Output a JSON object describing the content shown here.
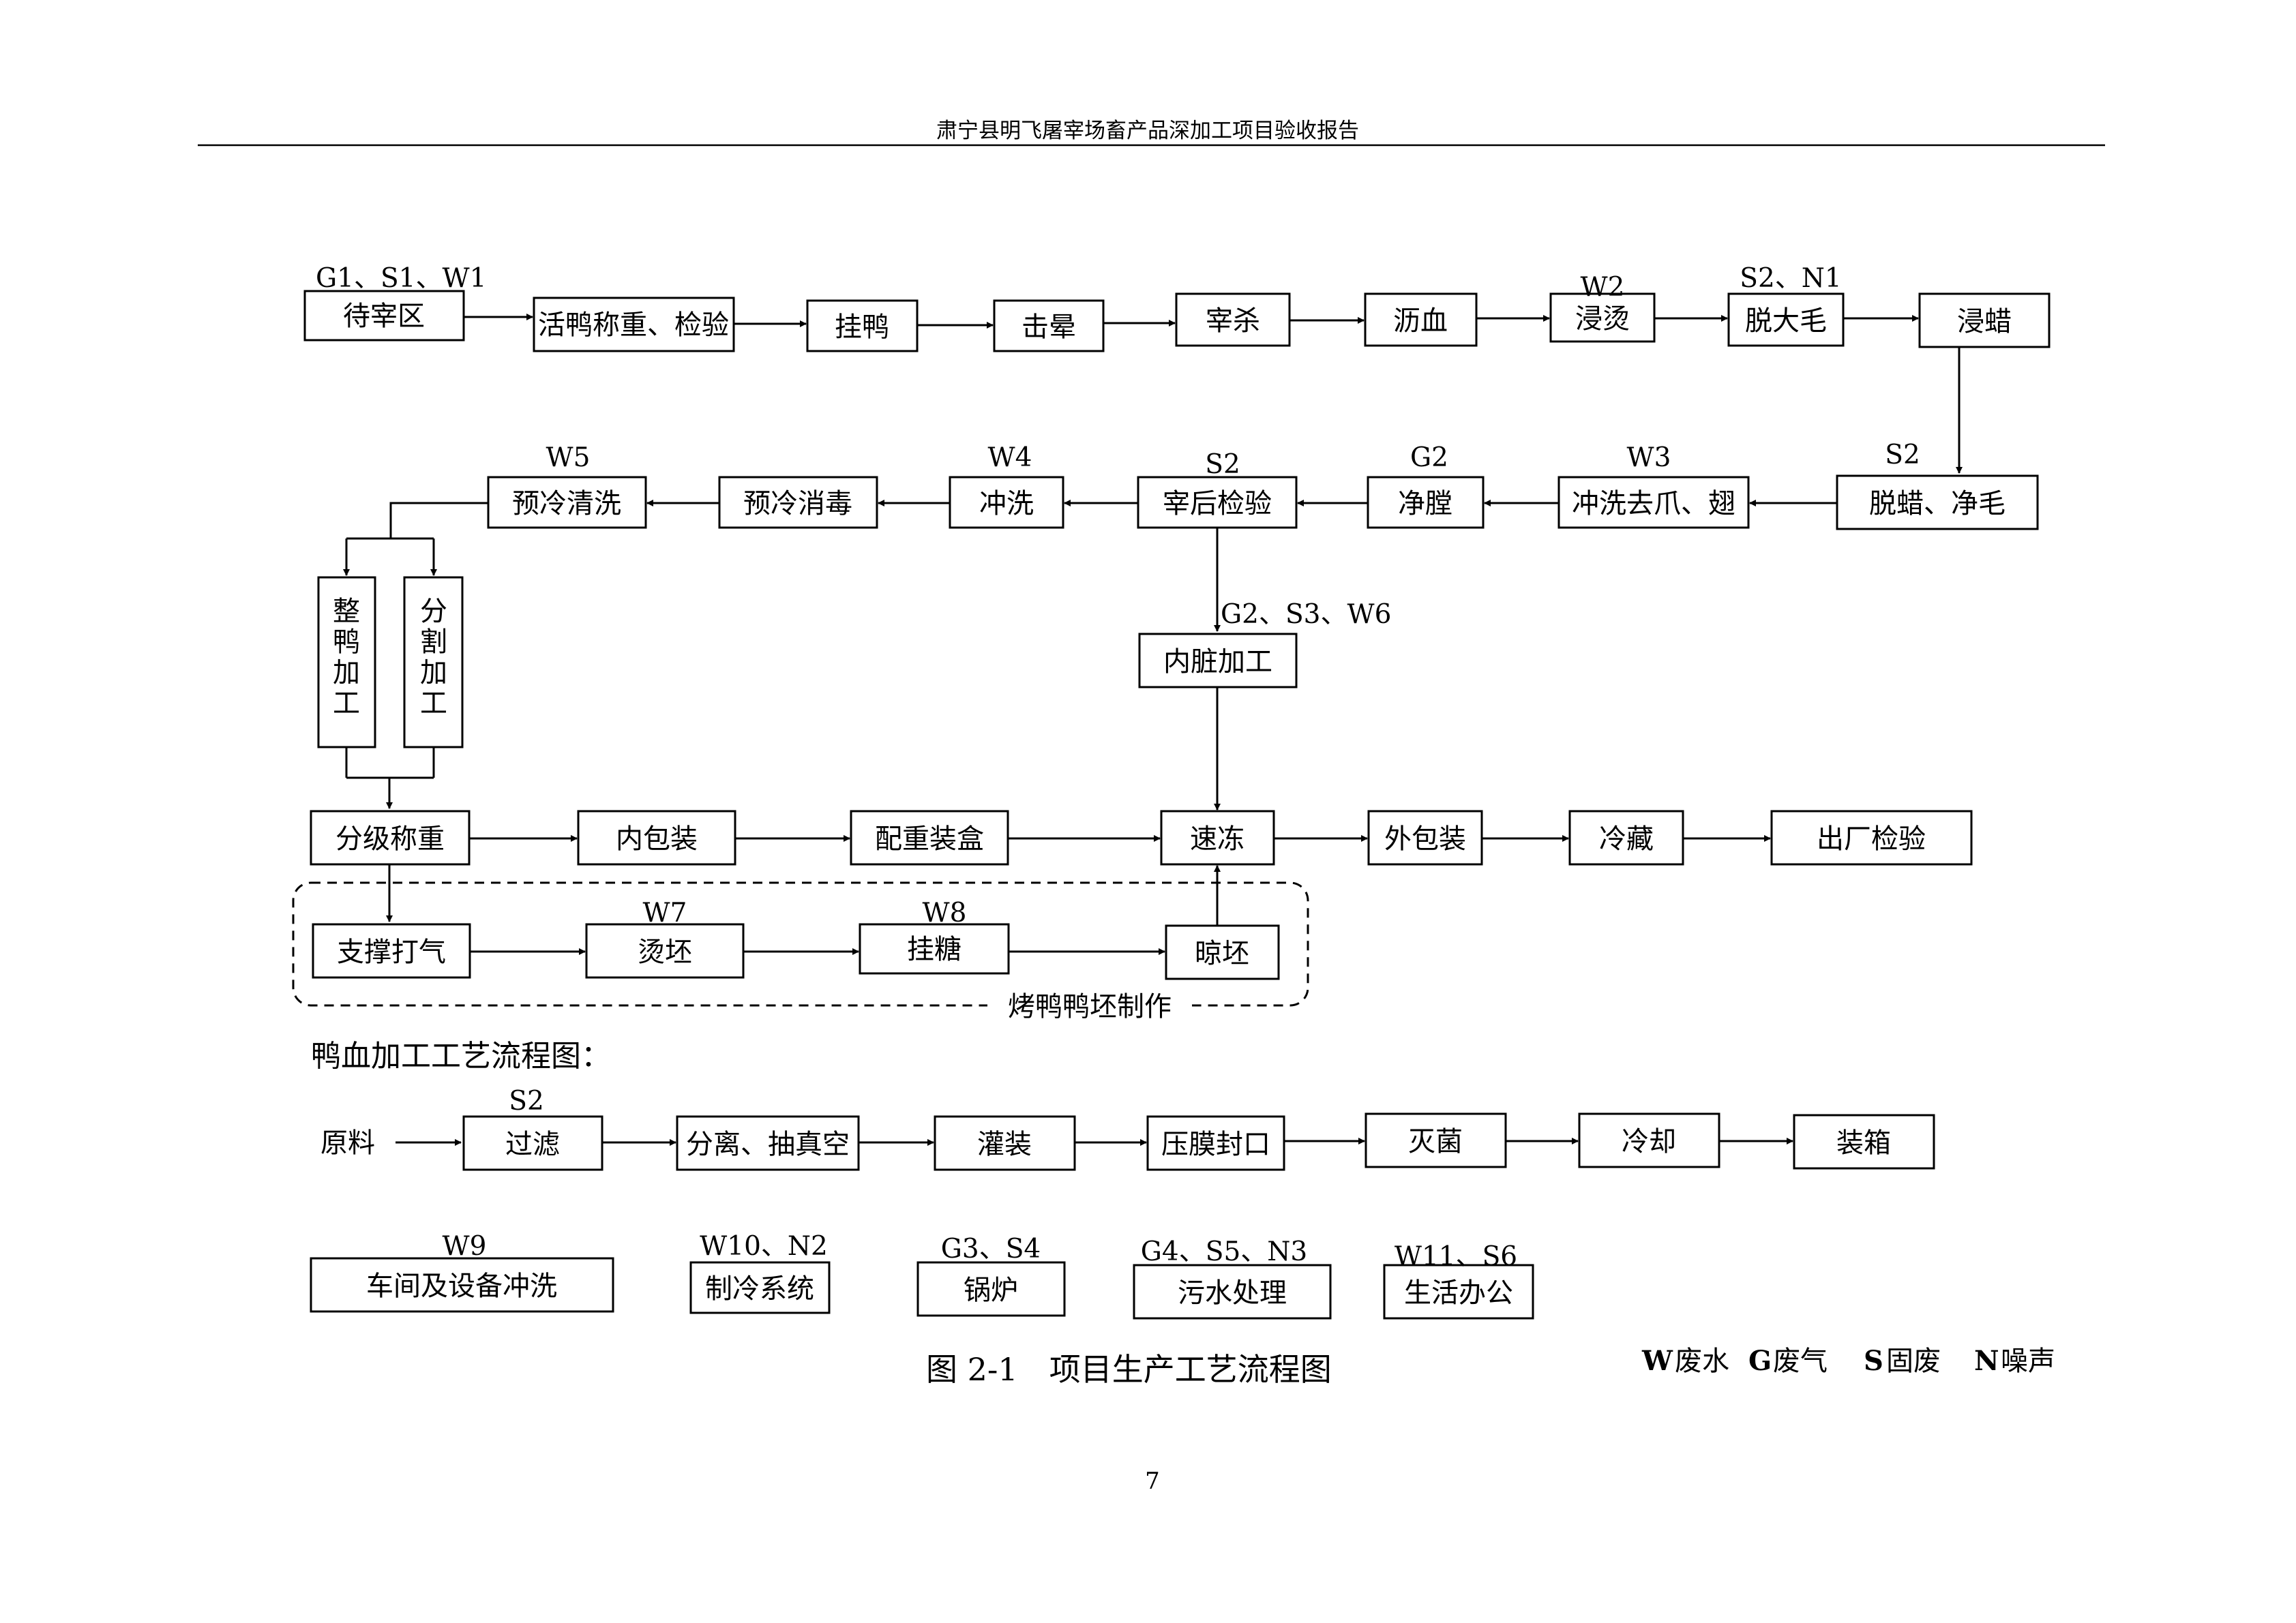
{
  "header": {
    "title": "肃宁县明飞屠宰场畜产品深加工项目验收报告"
  },
  "row1": [
    {
      "label": "待宰区",
      "tag": "G1、S1、W1"
    },
    {
      "label": "活鸭称重、检验",
      "tag": ""
    },
    {
      "label": "挂鸭",
      "tag": ""
    },
    {
      "label": "击晕",
      "tag": ""
    },
    {
      "label": "宰杀",
      "tag": ""
    },
    {
      "label": "沥血",
      "tag": ""
    },
    {
      "label": "浸烫",
      "tag": "W2"
    },
    {
      "label": "脱大毛",
      "tag": "S2、N1"
    },
    {
      "label": "浸蜡",
      "tag": ""
    }
  ],
  "row2": [
    {
      "label": "预冷清洗",
      "tag": "W5"
    },
    {
      "label": "预冷消毒",
      "tag": ""
    },
    {
      "label": "冲洗",
      "tag": "W4"
    },
    {
      "label": "宰后检验",
      "tag": "S2"
    },
    {
      "label": "净膛",
      "tag": "G2"
    },
    {
      "label": "冲洗去爪、翅",
      "tag": "W3"
    },
    {
      "label": "脱蜡、净毛",
      "tag": "S2"
    }
  ],
  "vertical": {
    "whole": "整鸭加工",
    "cut": "分割加工"
  },
  "offal": {
    "label": "内脏加工",
    "tag": "G2、S3、W6"
  },
  "row3": [
    {
      "label": "分级称重"
    },
    {
      "label": "内包装"
    },
    {
      "label": "配重装盒"
    },
    {
      "label": "速冻"
    },
    {
      "label": "外包装"
    },
    {
      "label": "冷藏"
    },
    {
      "label": "出厂检验"
    }
  ],
  "roast": {
    "title": "烤鸭鸭坯制作",
    "steps": [
      {
        "label": "支撑打气",
        "tag": ""
      },
      {
        "label": "烫坯",
        "tag": "W7"
      },
      {
        "label": "挂糖",
        "tag": "W8"
      },
      {
        "label": "晾坯",
        "tag": ""
      }
    ]
  },
  "blood": {
    "title": "鸭血加工工艺流程图：",
    "start": "原料",
    "steps": [
      {
        "label": "过滤",
        "tag": "S2"
      },
      {
        "label": "分离、抽真空",
        "tag": ""
      },
      {
        "label": "灌装",
        "tag": ""
      },
      {
        "label": "压膜封口",
        "tag": ""
      },
      {
        "label": "灭菌",
        "tag": ""
      },
      {
        "label": "冷却",
        "tag": ""
      },
      {
        "label": "装箱",
        "tag": ""
      }
    ]
  },
  "aux": [
    {
      "label": "车间及设备冲洗",
      "tag": "W9"
    },
    {
      "label": "制冷系统",
      "tag": "W10、N2"
    },
    {
      "label": "锅炉",
      "tag": "G3、S4"
    },
    {
      "label": "污水处理",
      "tag": "G4、S5、N3"
    },
    {
      "label": "生活办公",
      "tag": "W11、S6"
    }
  ],
  "caption": "图 2-1　项目生产工艺流程图",
  "legend": [
    {
      "code": "W",
      "text": "废水"
    },
    {
      "code": "G",
      "text": "废气"
    },
    {
      "code": "S",
      "text": "固废"
    },
    {
      "code": "N",
      "text": "噪声"
    }
  ],
  "page_number": "7"
}
